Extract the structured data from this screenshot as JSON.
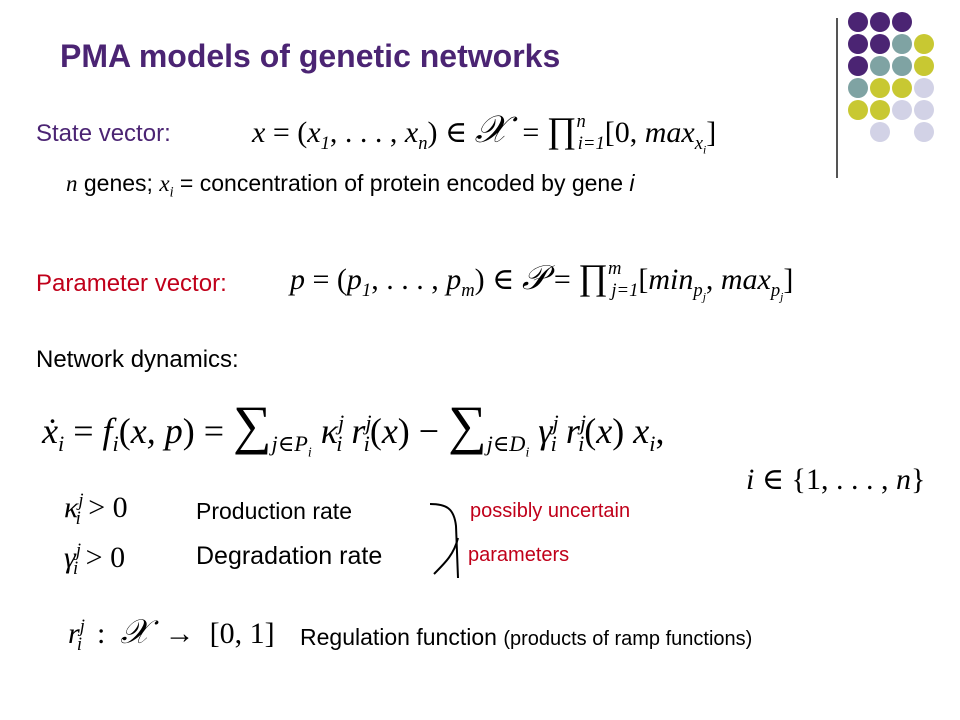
{
  "title": "PMA models of genetic networks",
  "state_vector": {
    "label": "State vector:",
    "equation": "x = (x1, ..., xn) ∈ 𝒳 = ∏ i=1..n [0, max x_i]"
  },
  "genes_line": {
    "n": "n",
    "part1": " genes; ",
    "x": "x",
    "sub_i": "i",
    "part2": " = concentration of protein encoded by gene ",
    "i": "i"
  },
  "parameter_vector": {
    "label": "Parameter vector:",
    "equation": "p = (p1, ..., pm) ∈ 𝒫 = ∏ j=1..m [min p_j, max p_j]"
  },
  "network_dynamics": {
    "label": "Network dynamics:",
    "equation": "ẋi = fi(x,p) = Σ j∈Pi κi^j ri^j(x) − Σ j∈Di γi^j ri^j(x) xi,",
    "index_set": "i ∈ {1, ..., n}"
  },
  "rates": {
    "kappa_condition": "κi^j > 0",
    "gamma_condition": "γi^j > 0",
    "production": "Production rate",
    "degradation": "Degradation rate",
    "note_line1": "possibly uncertain",
    "note_line2": "parameters"
  },
  "regulation": {
    "mapping": "ri^j : 𝒳 → [0, 1]",
    "label": "Regulation function",
    "note": "(products of ramp functions)"
  },
  "colors": {
    "title": "#4b2473",
    "accent_red": "#c0001a",
    "dot_purple": "#4b2473",
    "dot_teal": "#7fa3a3",
    "dot_yellow": "#c8c832",
    "dot_lavender": "#d2d2e6"
  },
  "decoration": {
    "dot_grid": [
      [
        "purple",
        "purple",
        "purple",
        "none"
      ],
      [
        "purple",
        "purple",
        "teal",
        "yellow"
      ],
      [
        "purple",
        "teal",
        "teal",
        "yellow"
      ],
      [
        "teal",
        "yellow",
        "yellow",
        "lavender"
      ],
      [
        "yellow",
        "yellow",
        "lavender",
        "lavender"
      ],
      [
        "none",
        "lavender",
        "none",
        "lavender"
      ]
    ]
  }
}
